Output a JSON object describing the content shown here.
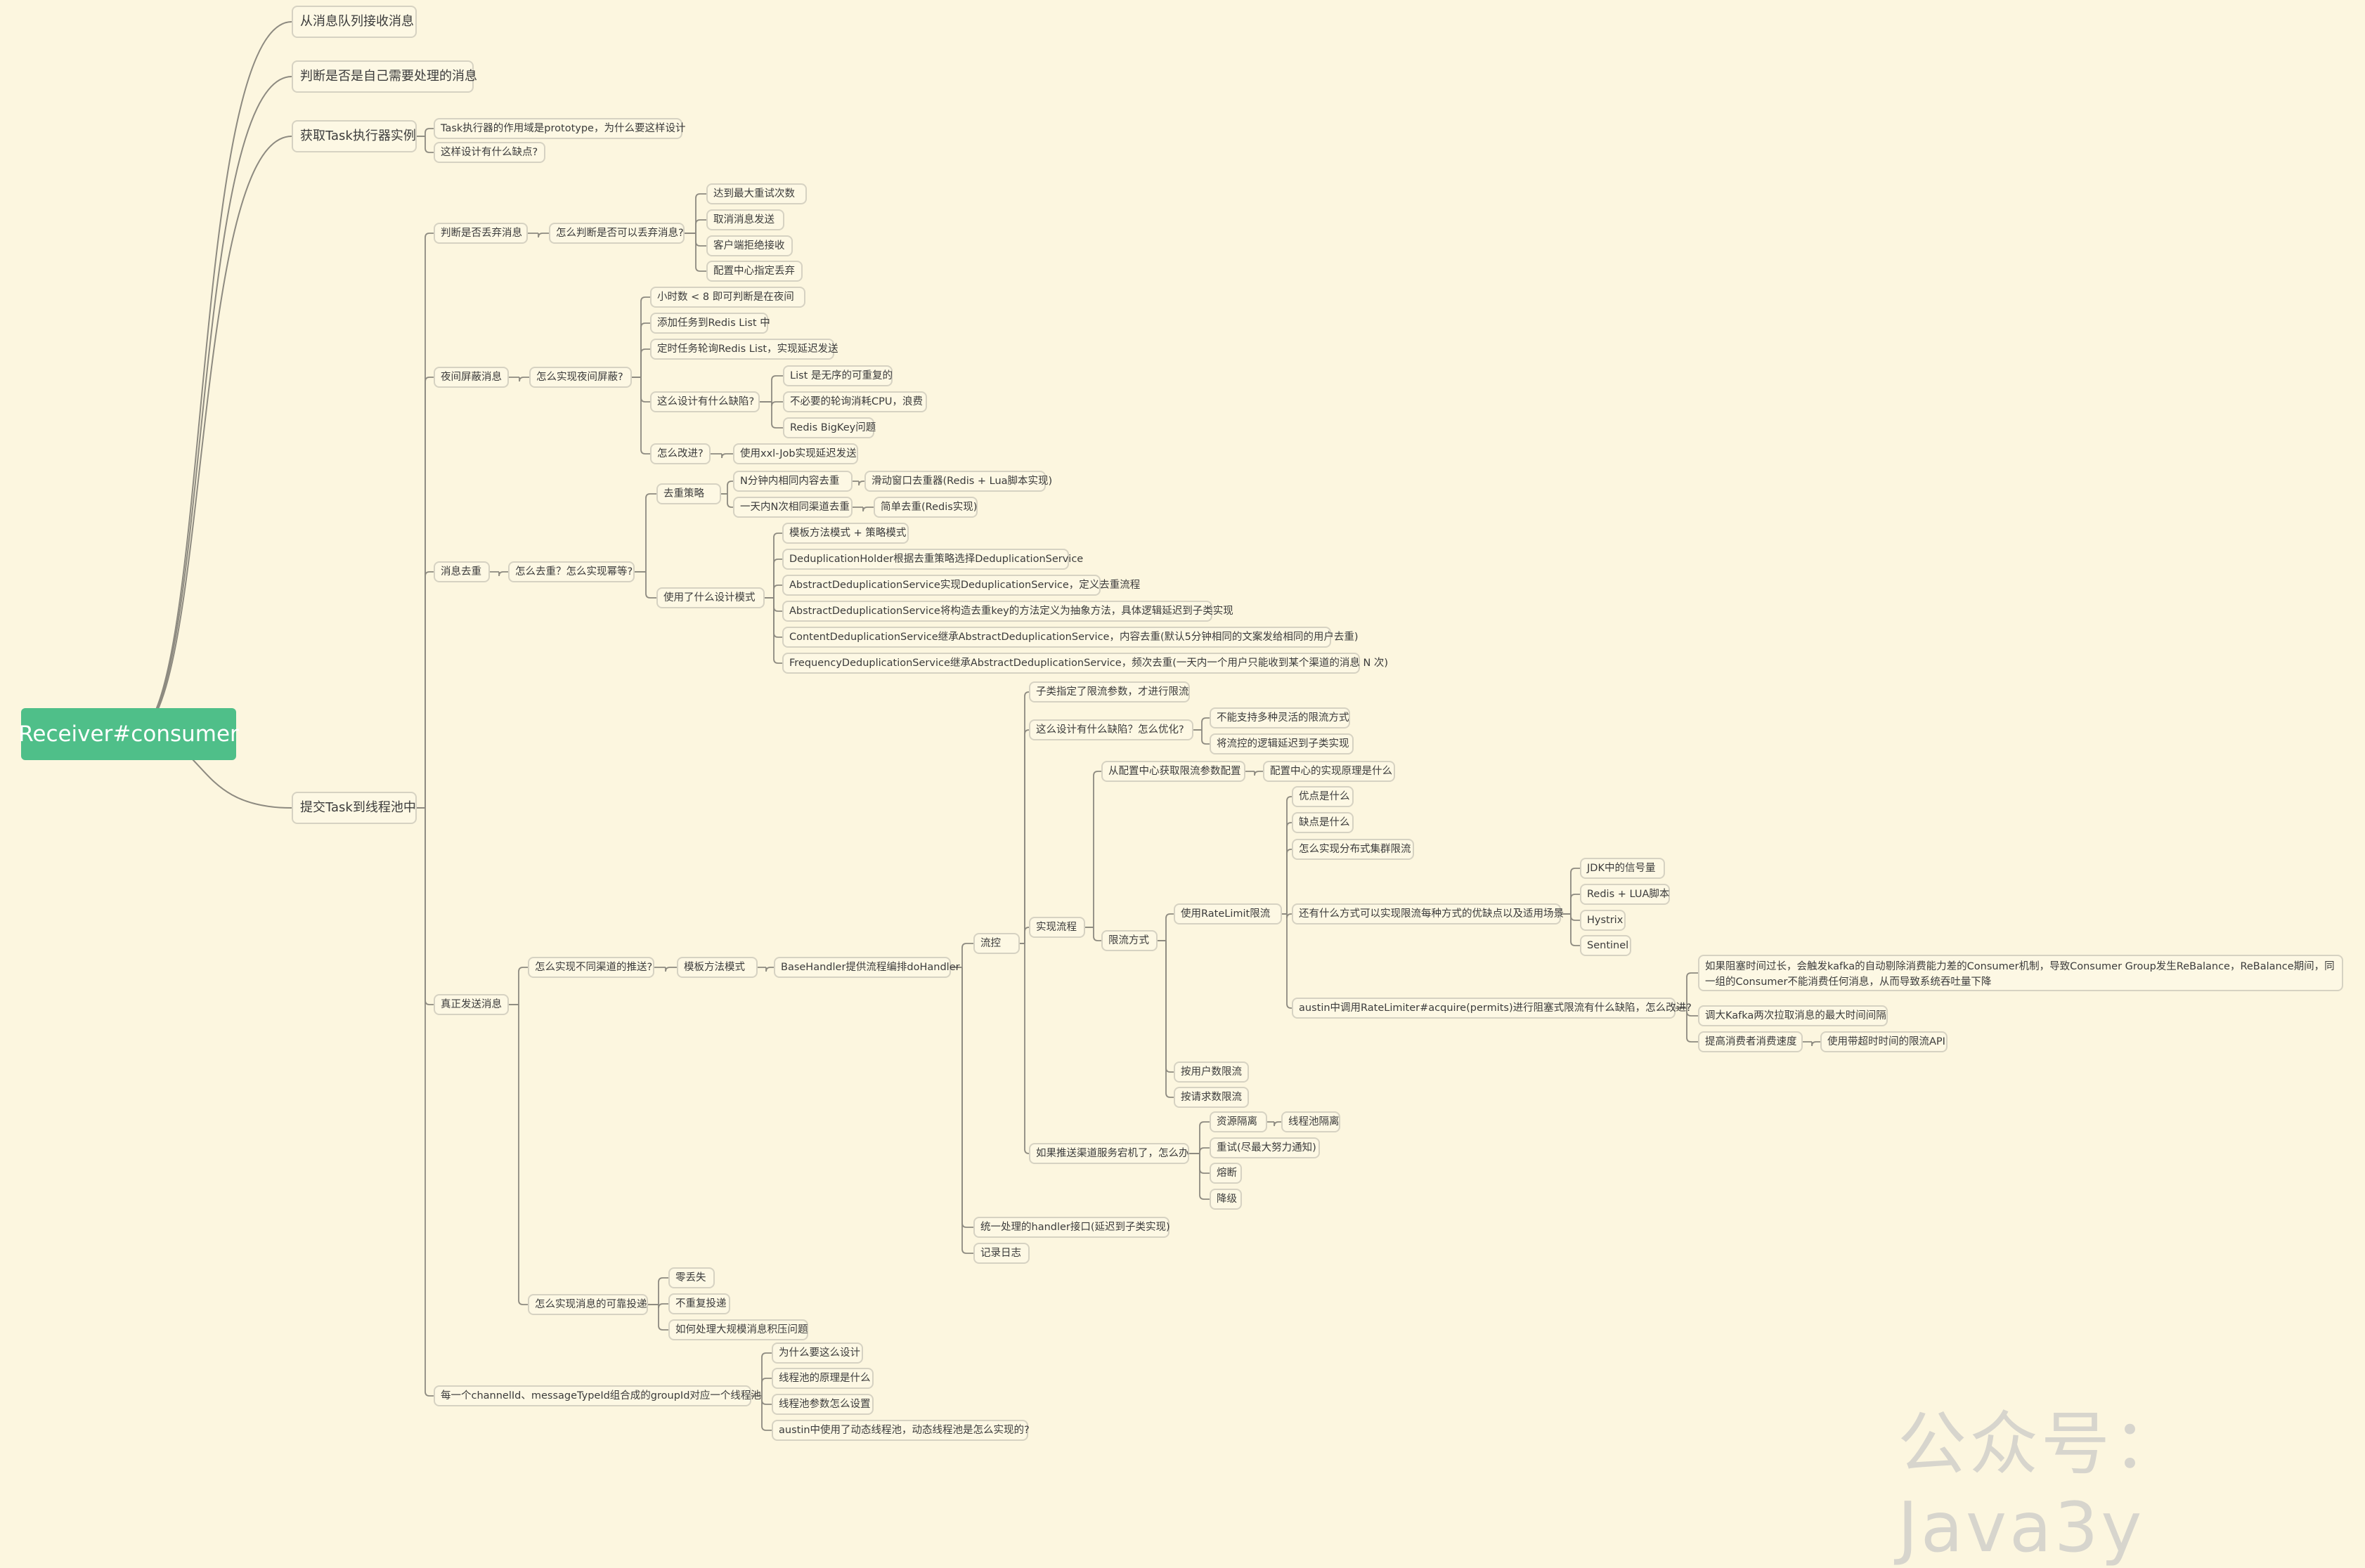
{
  "root": "Receiver#consumer",
  "watermark": "公众号：Java3y",
  "colors": {
    "background": "#fcf6df",
    "root": "#4fbf89",
    "line": "#8d8a80",
    "node_border": "#d6d2c2"
  },
  "nodes": [
    {
      "label": "从消息队列接收消息",
      "children": []
    },
    {
      "label": "判断是否是自己需要处理的消息",
      "children": []
    },
    {
      "label": "获取Task执行器实例",
      "children": [
        {
          "label": "Task执行器的作用域是prototype，为什么要这样设计"
        },
        {
          "label": "这样设计有什么缺点?"
        }
      ]
    },
    {
      "label": "提交Task到线程池中",
      "children": [
        {
          "label": "判断是否丢弃消息",
          "children": [
            {
              "label": "怎么判断是否可以丢弃消息?",
              "children": [
                {
                  "label": "达到最大重试次数"
                },
                {
                  "label": "取消消息发送"
                },
                {
                  "label": "客户端拒绝接收"
                },
                {
                  "label": "配置中心指定丢弃"
                }
              ]
            }
          ]
        },
        {
          "label": "夜间屏蔽消息",
          "children": [
            {
              "label": "怎么实现夜间屏蔽?",
              "children": [
                {
                  "label": "小时数 < 8 即可判断是在夜间"
                },
                {
                  "label": "添加任务到Redis List 中"
                },
                {
                  "label": "定时任务轮询Redis List，实现延迟发送"
                },
                {
                  "label": "这么设计有什么缺陷?",
                  "children": [
                    {
                      "label": "List 是无序的可重复的"
                    },
                    {
                      "label": "不必要的轮询消耗CPU，浪费"
                    },
                    {
                      "label": "Redis BigKey问题"
                    }
                  ]
                },
                {
                  "label": "怎么改进?",
                  "children": [
                    {
                      "label": "使用xxl-Job实现延迟发送"
                    }
                  ]
                }
              ]
            }
          ]
        },
        {
          "label": "消息去重",
          "children": [
            {
              "label": "怎么去重？怎么实现幂等?",
              "children": [
                {
                  "label": "去重策略",
                  "children": [
                    {
                      "label": "N分钟内相同内容去重",
                      "children": [
                        {
                          "label": "滑动窗口去重器(Redis + Lua脚本实现)"
                        }
                      ]
                    },
                    {
                      "label": "一天内N次相同渠道去重",
                      "children": [
                        {
                          "label": "简单去重(Redis实现)"
                        }
                      ]
                    }
                  ]
                },
                {
                  "label": "使用了什么设计模式",
                  "children": [
                    {
                      "label": "模板方法模式 + 策略模式"
                    },
                    {
                      "label": "DeduplicationHolder根据去重策略选择DeduplicationService"
                    },
                    {
                      "label": "AbstractDeduplicationService实现DeduplicationService，定义去重流程"
                    },
                    {
                      "label": "AbstractDeduplicationService将构造去重key的方法定义为抽象方法，具体逻辑延迟到子类实现"
                    },
                    {
                      "label": "ContentDeduplicationService继承AbstractDeduplicationService，内容去重(默认5分钟相同的文案发给相同的用户去重)"
                    },
                    {
                      "label": "FrequencyDeduplicationService继承AbstractDeduplicationService，频次去重(一天内一个用户只能收到某个渠道的消息 N 次)"
                    }
                  ]
                }
              ]
            }
          ]
        },
        {
          "label": "真正发送消息",
          "children": [
            {
              "label": "怎么实现不同渠道的推送?",
              "children": [
                {
                  "label": "模板方法模式",
                  "children": [
                    {
                      "label": "BaseHandler提供流程编排doHandler",
                      "children": [
                        {
                          "label": "流控",
                          "children": [
                            {
                              "label": "子类指定了限流参数，才进行限流"
                            },
                            {
                              "label": "这么设计有什么缺陷？怎么优化?",
                              "children": [
                                {
                                  "label": "不能支持多种灵活的限流方式"
                                },
                                {
                                  "label": "将流控的逻辑延迟到子类实现"
                                }
                              ]
                            },
                            {
                              "label": "实现流程",
                              "children": [
                                {
                                  "label": "从配置中心获取限流参数配置",
                                  "children": [
                                    {
                                      "label": "配置中心的实现原理是什么"
                                    }
                                  ]
                                },
                                {
                                  "label": "限流方式",
                                  "children": [
                                    {
                                      "label": "使用RateLimit限流",
                                      "children": [
                                        {
                                          "label": "优点是什么"
                                        },
                                        {
                                          "label": "缺点是什么"
                                        },
                                        {
                                          "label": "怎么实现分布式集群限流"
                                        },
                                        {
                                          "label": "还有什么方式可以实现限流每种方式的优缺点以及适用场景",
                                          "children": [
                                            {
                                              "label": "JDK中的信号量"
                                            },
                                            {
                                              "label": "Redis + LUA脚本"
                                            },
                                            {
                                              "label": "Hystrix"
                                            },
                                            {
                                              "label": "Sentinel"
                                            }
                                          ]
                                        },
                                        {
                                          "label": "austin中调用RateLimiter#acquire(permits)进行阻塞式限流有什么缺陷，怎么改进?",
                                          "children": [
                                            {
                                              "label": "如果阻塞时间过长，会触发kafka的自动剔除消费能力差的Consumer机制，导致Consumer Group发生ReBalance，ReBalance期间，同一组的Consumer不能消费任何消息，从而导致系统吞吐量下降"
                                            },
                                            {
                                              "label": "调大Kafka两次拉取消息的最大时间间隔"
                                            },
                                            {
                                              "label": "提高消费者消费速度",
                                              "children": [
                                                {
                                                  "label": "使用带超时时间的限流API"
                                                }
                                              ]
                                            }
                                          ]
                                        }
                                      ]
                                    },
                                    {
                                      "label": "按用户数限流"
                                    },
                                    {
                                      "label": "按请求数限流"
                                    }
                                  ]
                                }
                              ]
                            },
                            {
                              "label": "如果推送渠道服务宕机了，怎么办",
                              "children": [
                                {
                                  "label": "资源隔离",
                                  "children": [
                                    {
                                      "label": "线程池隔离"
                                    }
                                  ]
                                },
                                {
                                  "label": "重试(尽最大努力通知)"
                                },
                                {
                                  "label": "熔断"
                                },
                                {
                                  "label": "降级"
                                }
                              ]
                            }
                          ]
                        },
                        {
                          "label": "统一处理的handler接口(延迟到子类实现)"
                        },
                        {
                          "label": "记录日志"
                        }
                      ]
                    }
                  ]
                }
              ]
            },
            {
              "label": "怎么实现消息的可靠投递",
              "children": [
                {
                  "label": "零丢失"
                },
                {
                  "label": "不重复投递"
                },
                {
                  "label": "如何处理大规模消息积压问题"
                }
              ]
            }
          ]
        },
        {
          "label": "每一个channelId、messageTypeId组合成的groupId对应一个线程池",
          "children": [
            {
              "label": "为什么要这么设计"
            },
            {
              "label": "线程池的原理是什么"
            },
            {
              "label": "线程池参数怎么设置"
            },
            {
              "label": "austin中使用了动态线程池，动态线程池是怎么实现的?"
            }
          ]
        }
      ]
    }
  ]
}
